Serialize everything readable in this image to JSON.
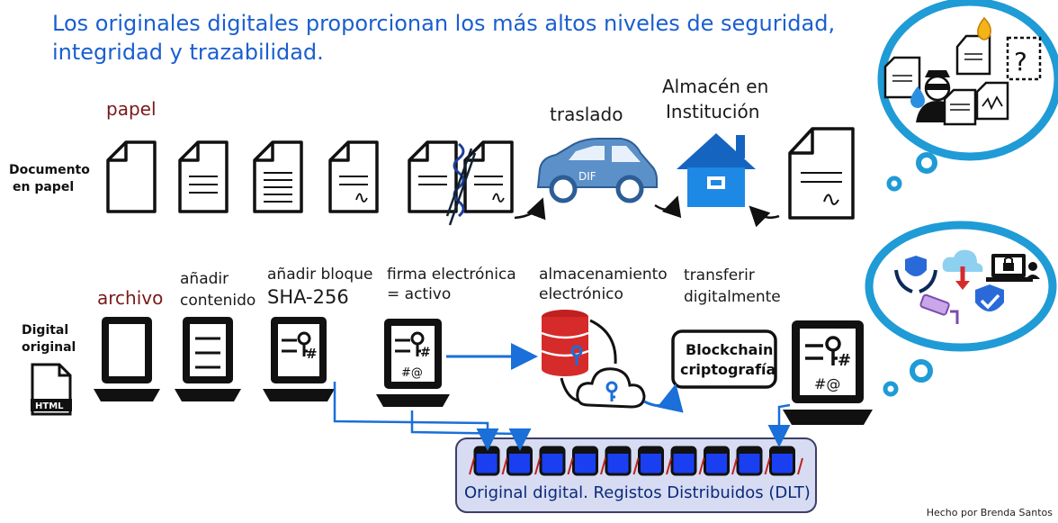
{
  "title": {
    "line1": "Los originales digitales proporcionan los más altos niveles de seguridad,",
    "line2": "integridad y trazabilidad."
  },
  "paper_row": {
    "side_label_line1": "Documento",
    "side_label_line2": "en papel",
    "papel_label": "papel",
    "traslado_label": "traslado",
    "almacen_line1": "Almacén en",
    "almacen_line2": "Institución",
    "car_text": "DIF"
  },
  "digital_row": {
    "side_label_line1": "Digital",
    "side_label_line2": "original",
    "file_icon_text": "HTML",
    "archivo_label": "archivo",
    "anadir_contenido_line1": "añadir",
    "anadir_contenido_line2": "contenido",
    "anadir_bloque_line1": "añadir bloque",
    "anadir_bloque_line2": "SHA-256",
    "firma_line1": "firma electrónica",
    "firma_line2": "= activo",
    "almacenamiento_line1": "almacenamiento",
    "almacenamiento_line2": "electrónico",
    "transferir_line1": "transferir",
    "transferir_line2": "digitalmente",
    "blockchain_line1": "Blockchain",
    "blockchain_line2": "criptografía",
    "hash_symbol": "#",
    "hash_at": "#@"
  },
  "dlt": {
    "label": "Original digital. Registos Distribuidos (DLT)"
  },
  "credit": "Hecho por Brenda Santos",
  "colors": {
    "title_blue": "#1a5fd0",
    "papel_red": "#7a1a1a",
    "cloud_border": "#1f9bd6",
    "icon_blue": "#2a8fe0",
    "block_blue": "#1a3ff0",
    "dlt_bg": "#d7dcf2"
  }
}
